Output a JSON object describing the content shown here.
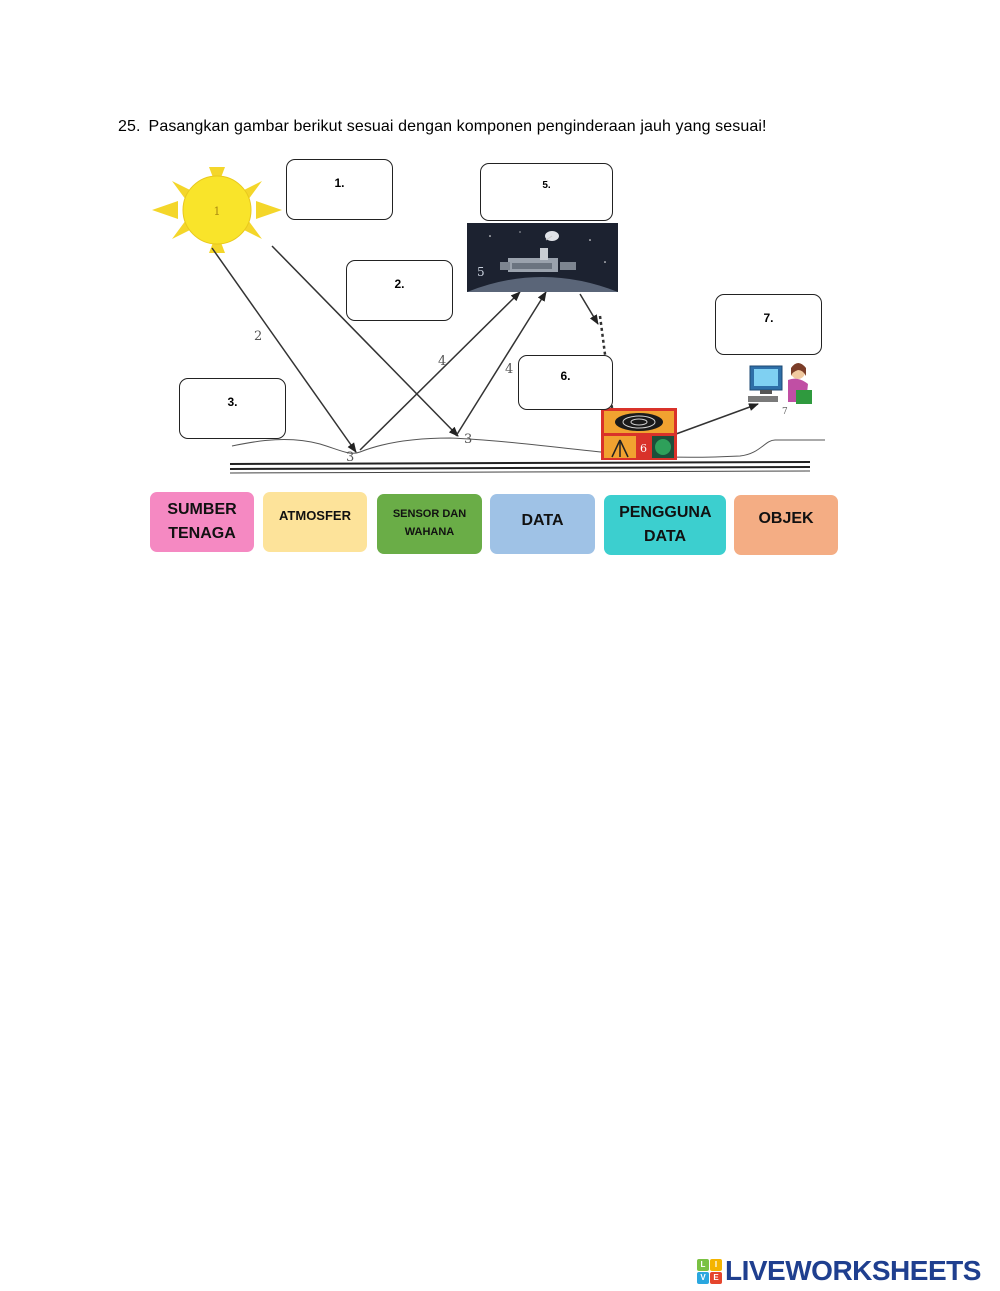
{
  "question": {
    "number": "25.",
    "text": "Pasangkan gambar berikut sesuai dengan komponen penginderaan jauh yang sesuai!"
  },
  "diagram_labels": {
    "sun": "1",
    "ray_down": "2",
    "ground_left": "3",
    "ground_right": "3",
    "reflect_left": "4",
    "reflect_right": "4",
    "satellite": "5",
    "station": "6",
    "user": "7"
  },
  "drop_boxes": [
    {
      "label": "1."
    },
    {
      "label": "2."
    },
    {
      "label": "3."
    },
    {
      "label": "5."
    },
    {
      "label": "6."
    },
    {
      "label": "7."
    }
  ],
  "answer_chips": [
    {
      "label": "SUMBER TENAGA",
      "color": "#f589c2"
    },
    {
      "label": "ATMOSFER",
      "color": "#fde39a"
    },
    {
      "label": "SENSOR DAN WAHANA",
      "color": "#6aad47"
    },
    {
      "label": "DATA",
      "color": "#9fc2e6"
    },
    {
      "label": "PENGGUNA DATA",
      "color": "#3ccfcf"
    },
    {
      "label": "OBJEK",
      "color": "#f4ad84"
    }
  ],
  "brand": {
    "grid": [
      "L",
      "I",
      "V",
      "E"
    ],
    "name": "LIVEWORKSHEETS"
  },
  "colors": {
    "sun_fill": "#f9e42a",
    "sun_ray": "#f4d62a",
    "brand_text": "#1f3f8f"
  }
}
